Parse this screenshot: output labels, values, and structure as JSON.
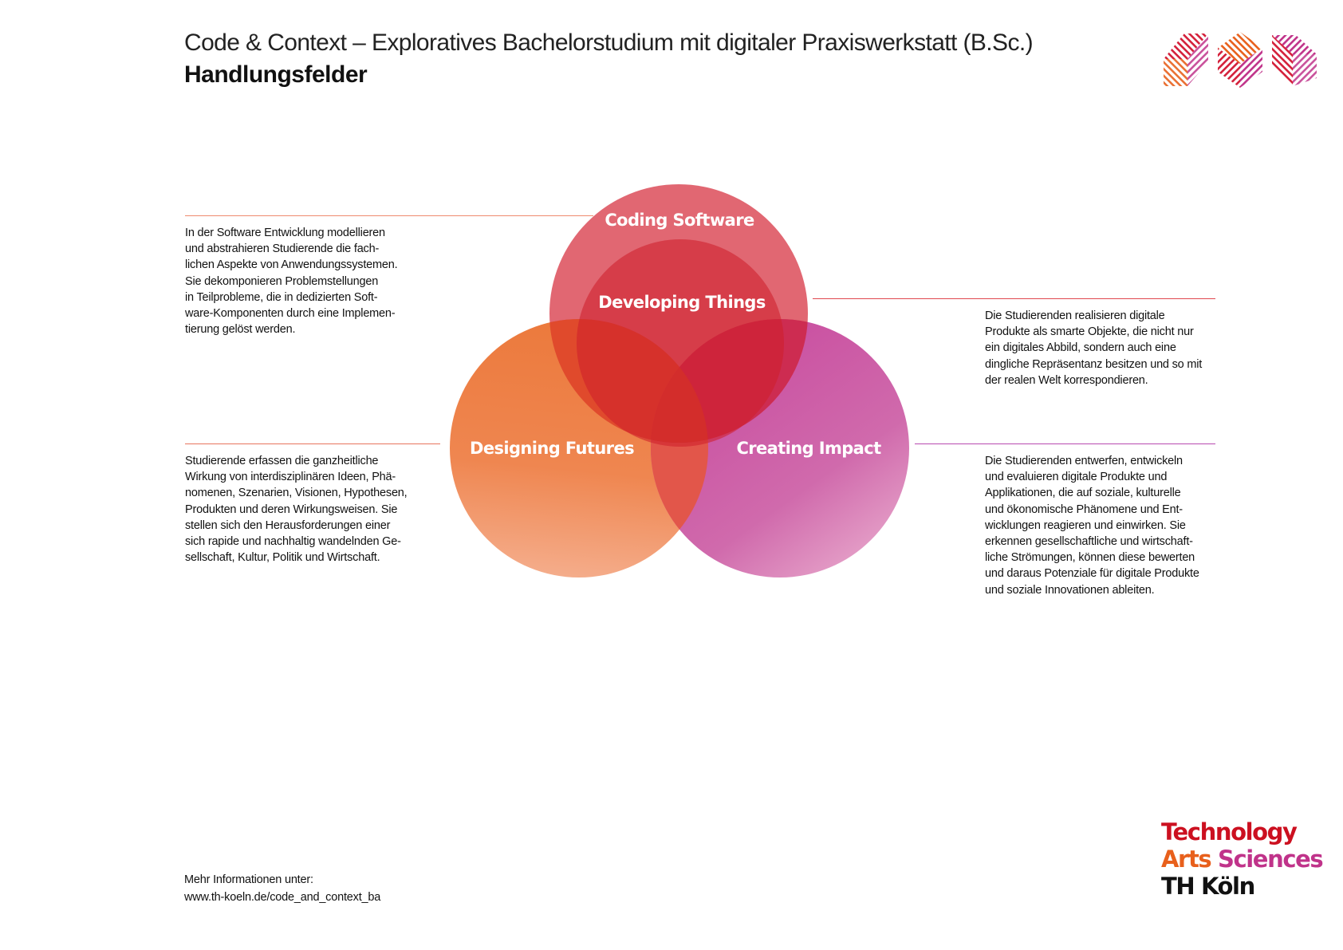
{
  "header": {
    "title": "Code & Context – Exploratives Bachelorstudium mit digitaler Praxiswerkstatt (B.Sc.)",
    "subtitle": "Handlungsfelder"
  },
  "diagram": {
    "center_label": "Developing Things",
    "circles": [
      {
        "id": "coding",
        "label": "Coding Software",
        "color": "#d93c4a"
      },
      {
        "id": "designing",
        "label": "Designing Futures",
        "color": "#ef7a3a"
      },
      {
        "id": "creating",
        "label": "Creating Impact",
        "color": "#c94ea0"
      }
    ],
    "center_color": "#cf1f2b"
  },
  "descriptions": {
    "coding": [
      "In der Software Entwicklung modellieren",
      "und abstrahieren Studierende die fach-",
      "lichen Aspekte von Anwendungssystemen.",
      "Sie dekomponieren Problemstellungen",
      "in Teilprobleme, die in dedizierten Soft-",
      "ware-Komponenten durch eine Implemen-",
      "tierung gelöst werden."
    ],
    "developing": [
      "Die Studierenden realisieren digitale",
      "Produkte als smarte Objekte, die nicht nur",
      "ein digitales Abbild, sondern auch eine",
      "dingliche Repräsentanz besitzen und so mit",
      "der realen Welt korrespondieren."
    ],
    "designing": [
      "Studierende erfassen die ganzheitliche",
      "Wirkung von interdisziplinären Ideen, Phä-",
      "nomenen, Szenarien, Visionen, Hypothesen,",
      "Produkten und deren Wirkungsweisen. Sie",
      "stellen sich den Herausforderungen einer",
      "sich rapide und nachhaltig wandelnden Ge-",
      "sellschaft, Kultur, Politik und Wirtschaft."
    ],
    "creating": [
      "Die Studierenden entwerfen, entwickeln",
      "und evaluieren digitale Produkte und",
      "Applikationen, die auf soziale, kulturelle",
      "und ökonomische Phänomene und Ent-",
      "wicklungen reagieren und einwirken. Sie",
      "erkennen gesellschaftliche und wirtschaft-",
      "liche Strömungen, können diese bewerten",
      "und daraus Potenziale für digitale Produkte",
      "und soziale Innovationen ableiten."
    ]
  },
  "rule_colors": {
    "coding": "#ef8a6e",
    "developing": "#e0484f",
    "designing": "#e8745e",
    "creating": "#b84ab0"
  },
  "footer": {
    "info_line1": "Mehr Informationen unter:",
    "info_line2": "www.th-koeln.de/code_and_context_ba"
  },
  "brand": {
    "technology": "Technology",
    "arts": "Arts",
    "sciences": "Sciences",
    "institution": "TH Köln",
    "technology_color": "#cc1020",
    "arts_color": "#e8601c",
    "sciences_color": "#c0338a",
    "institution_color": "#111111"
  },
  "logo": {
    "icon": "th-koeln-striped-cube-logo",
    "colors": [
      "#e8601c",
      "#d4203a",
      "#c0338a"
    ]
  }
}
